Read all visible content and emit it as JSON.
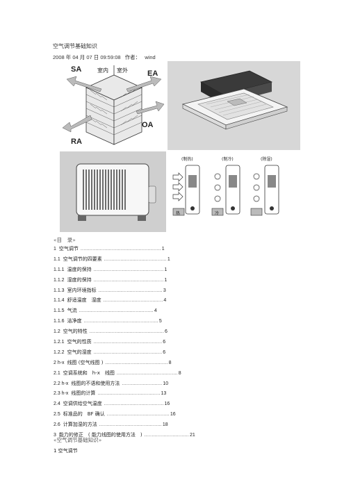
{
  "doc": {
    "title": "空气调节基础知识",
    "meta": {
      "date": "2008 年 04 月 07 日 09:59:08",
      "author_label": "作者：",
      "author": "wind"
    }
  },
  "figure": {
    "exchanger": {
      "label_sa": "SA",
      "label_ea": "EA",
      "label_oa": "OA",
      "label_ra": "RA",
      "label_indoor": "室内",
      "label_outdoor": "室外"
    },
    "remote": {
      "mode_heat": "(制热)",
      "mode_cool": "(制冷)",
      "mode_dry": "(除湿)",
      "btn_heat": "热",
      "btn_cool": "冷"
    }
  },
  "toc": {
    "heading": "«目　录»",
    "items": [
      {
        "num": "1",
        "text": "空气调节",
        "dots": "......................................................",
        "page": "1"
      },
      {
        "num": "1.1",
        "text": "空气调节的四要素",
        "dots": "..........................................",
        "page": "1"
      },
      {
        "num": "1.1.1",
        "text": "温度的保持",
        "dots": "...............................................",
        "page": "1"
      },
      {
        "num": "1.1.2",
        "text": "湿度的保持",
        "dots": "...............................................",
        "page": "1"
      },
      {
        "num": "1.1.3",
        "text": "室内环境指标",
        "dots": "...........................................",
        "page": "3"
      },
      {
        "num": "1.1.4",
        "text": "舒适温度　湿度",
        "dots": "........................................",
        "page": "4"
      },
      {
        "num": "1.1.5",
        "text": "气流",
        "dots": "..................................................",
        "page": "4"
      },
      {
        "num": "1.1.6",
        "text": "洁净度",
        "dots": "..................................................",
        "page": "5"
      },
      {
        "num": "1.2",
        "text": "空气的特性",
        "dots": "..................................................",
        "page": "6"
      },
      {
        "num": "1.2.1",
        "text": "空气的性质",
        "dots": "..............................................",
        "page": "6"
      },
      {
        "num": "1.2.2",
        "text": "空气的湿度",
        "dots": "..............................................",
        "page": "6"
      },
      {
        "num": "2 h-x",
        "text": "线图 (空气线图 )",
        "dots": "..........................................",
        "page": "8"
      },
      {
        "num": "2.1",
        "text": "空调系统和　h-x　线图",
        "dots": ".........................................",
        "page": "8"
      },
      {
        "num": "2.2 h-x",
        "text": "线图的不语和使用方法",
        "dots": "...........................",
        "page": "10"
      },
      {
        "num": "2.3 h-x",
        "text": "线图的计算",
        "dots": "..........................................",
        "page": "13"
      },
      {
        "num": "2.4",
        "text": "空调供给空气温度",
        "dots": "........................................",
        "page": "16"
      },
      {
        "num": "2.5",
        "text": "标准品的　BF 确认",
        "dots": "..........................................",
        "page": "16"
      },
      {
        "num": "2.6",
        "text": "计算加湿的方法",
        "dots": "..........................................",
        "page": "18"
      },
      {
        "num": "3",
        "text": "能力的修正　( 能力线图的使用方法　)",
        "dots": "..............................",
        "page": "21"
      }
    ]
  },
  "section": {
    "heading": "«空气调节基础知识»",
    "first": "1  空气调节"
  }
}
